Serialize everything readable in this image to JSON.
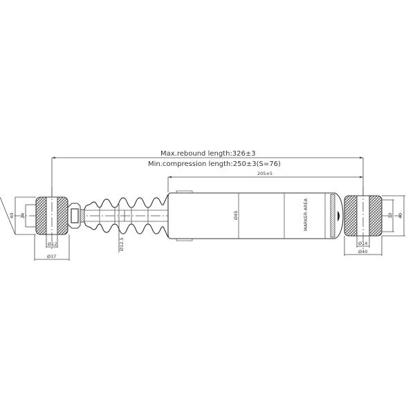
{
  "drawing": {
    "title": "Shock absorber technical drawing",
    "dimensions": {
      "max_rebound_length": "Max.rebound length:326±3",
      "min_compression_length": "Min.compression length:250±3(S=76)",
      "body_length": "205±5",
      "body_diameter": "Ø45",
      "rod_diameter": "Ø12.5",
      "marker_area": "MARKER AREA",
      "left_eye": {
        "height_outer": "40",
        "height_inner": "24",
        "bore_diameter": "Ø12",
        "outer_diameter": "Ø37"
      },
      "right_eye": {
        "height_outer": "40",
        "height_inner": "30",
        "bore_diameter": "Ø14",
        "outer_diameter": "Ø40"
      }
    },
    "colors": {
      "line": "#3a3a3a",
      "background": "#ffffff"
    }
  }
}
